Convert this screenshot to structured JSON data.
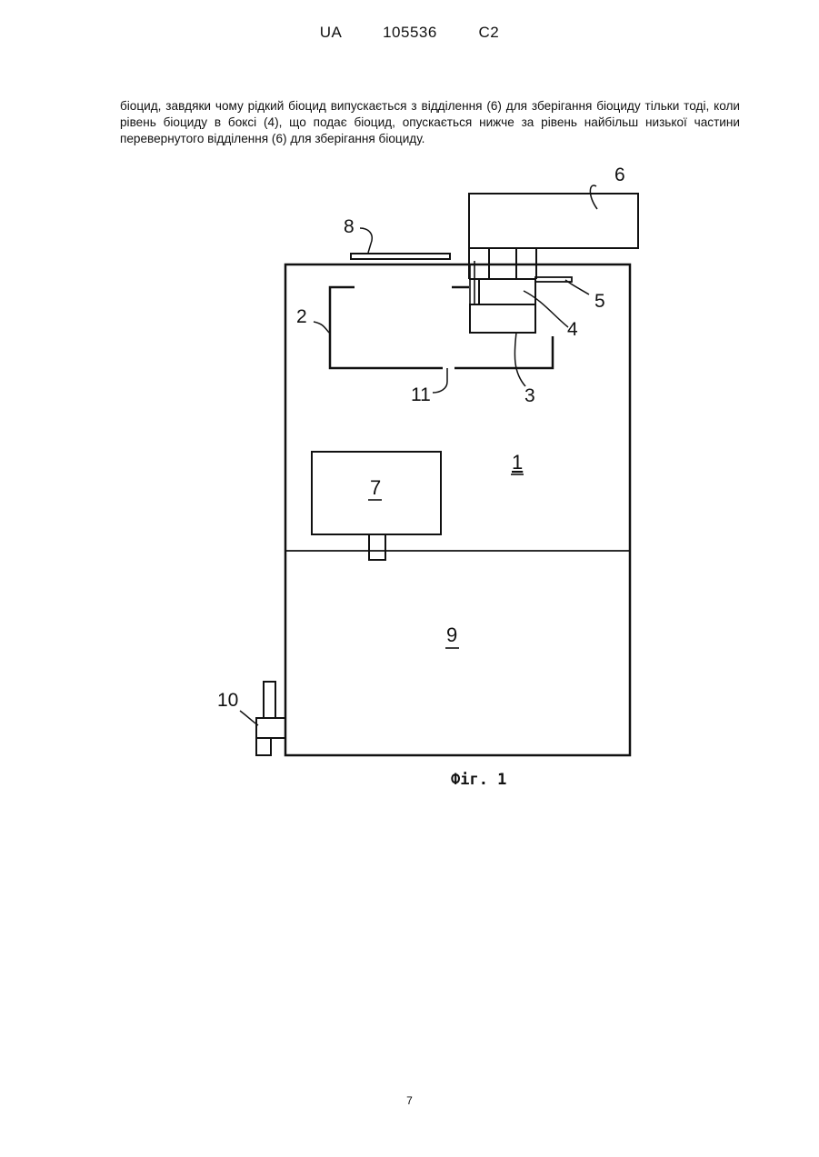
{
  "header": {
    "doc_id": "UA   105536   C2"
  },
  "paragraph": "біоцид, завдяки чому рідкий біоцид випускається з відділення (6) для зберігання біоциду тільки тоді, коли рівень біоциду в боксі (4), що подає біоцид, опускається нижче за рівень найбільш низької частини перевернутого відділення (6) для зберігання біоциду.",
  "figure": {
    "caption": "Фіг. 1",
    "labels": {
      "l1": "1",
      "l2": "2",
      "l3": "3",
      "l4": "4",
      "l5": "5",
      "l6": "6",
      "l7": "7",
      "l8": "8",
      "l9": "9",
      "l10": "10",
      "l11": "11"
    }
  },
  "page_number": "7"
}
